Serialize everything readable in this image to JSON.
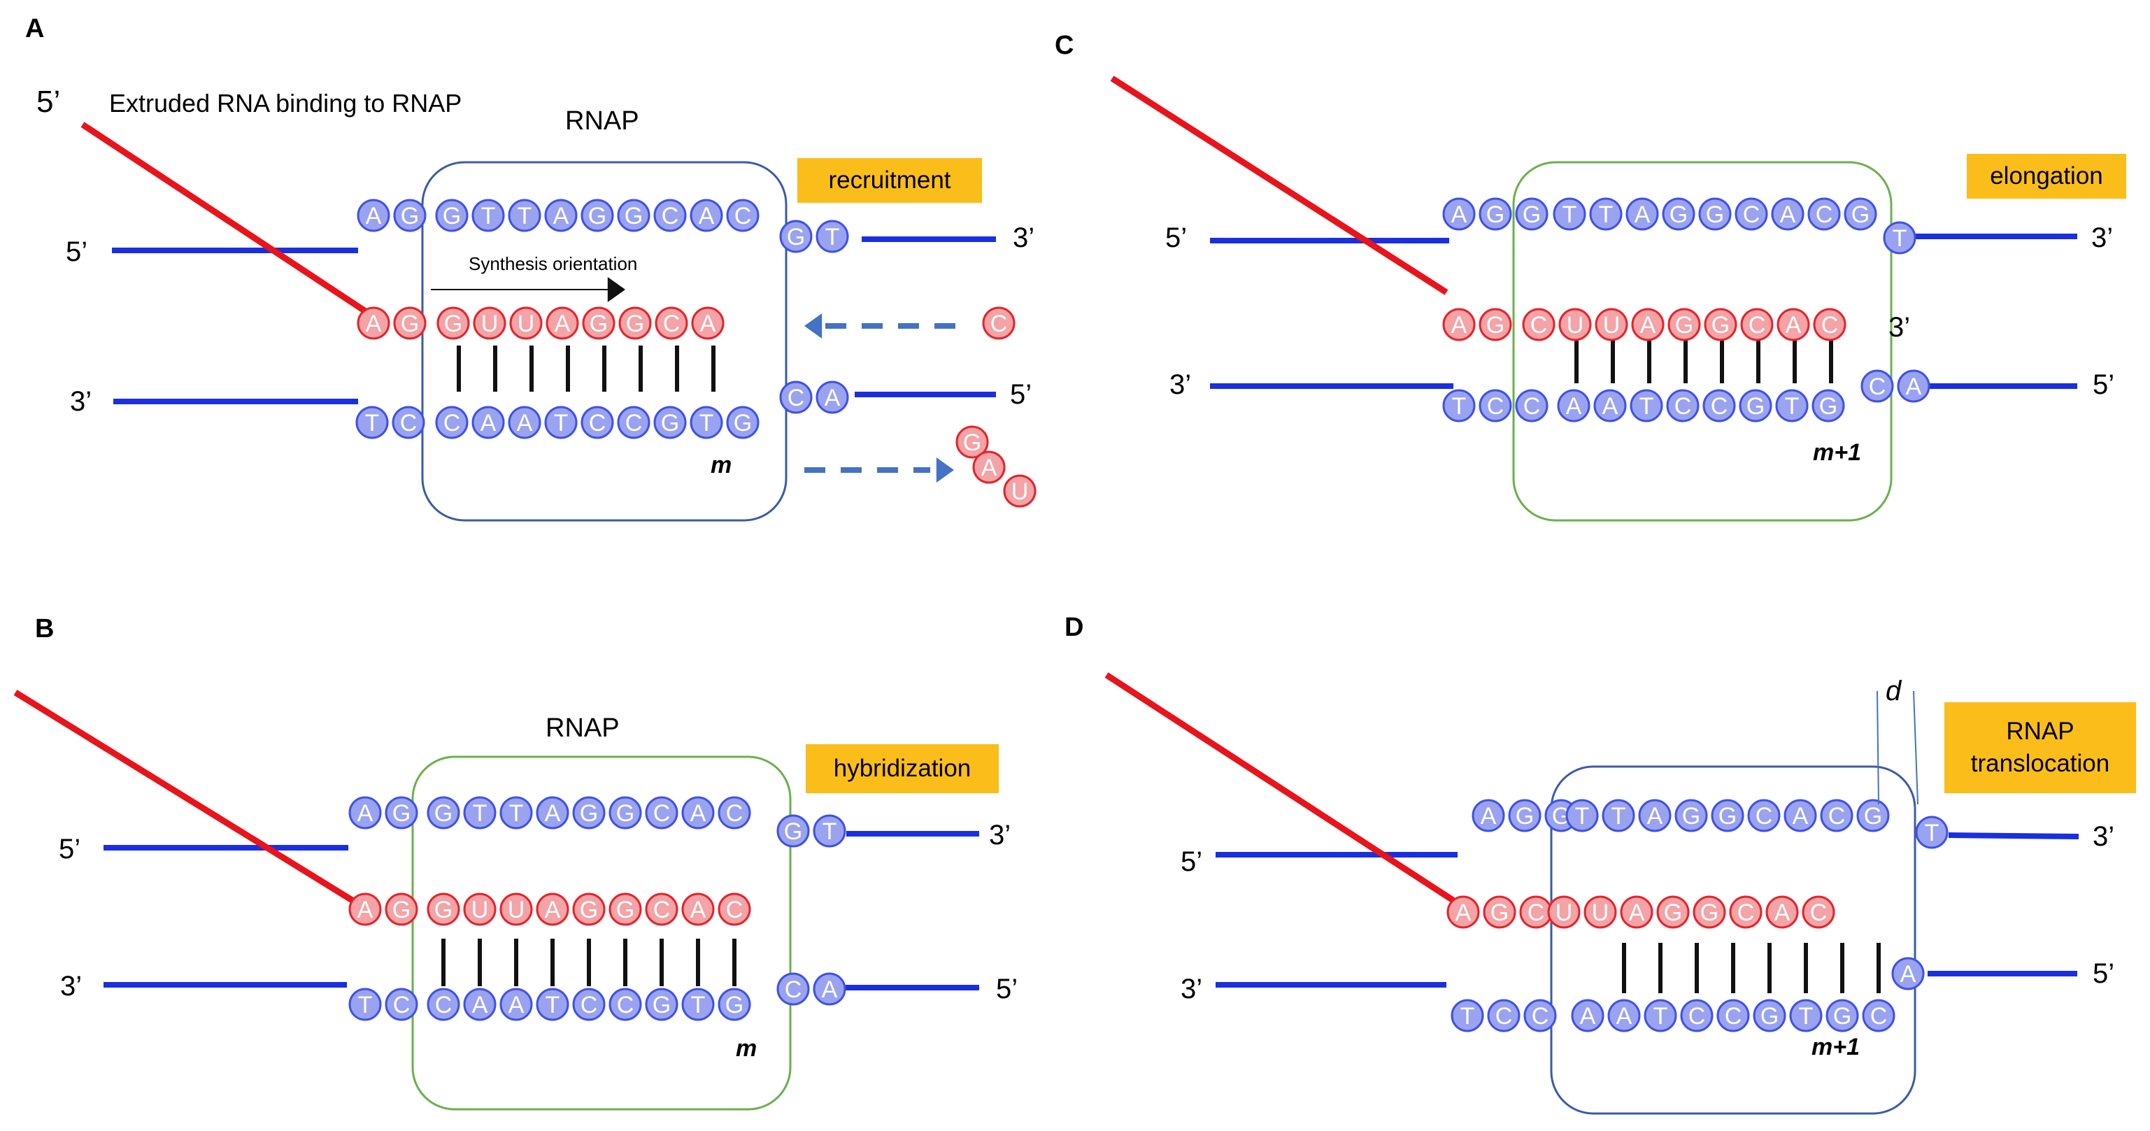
{
  "panels": [
    {
      "letter": "A",
      "rnap_label": "RNAP",
      "step_label": "recruitment",
      "extruded_label": "Extruded RNA binding to RNAP",
      "rna_5prime": "5’",
      "top_5prime": "5’",
      "top_3prime": "3’",
      "bottom_3prime": "3’",
      "bottom_5prime": "5’",
      "synthesis_label": "Synthesis orientation",
      "position_label": "m",
      "incoming_nucleotide": "C",
      "leaving_nucleotides": [
        "G",
        "A",
        "U"
      ],
      "box_color": "#3b5ba9"
    },
    {
      "letter": "B",
      "rnap_label": "RNAP",
      "step_label": "hybridization",
      "top_5prime": "5’",
      "top_3prime": "3’",
      "bottom_3prime": "3’",
      "bottom_5prime": "5’",
      "position_label": "m",
      "box_color": "#6ab04c"
    },
    {
      "letter": "C",
      "step_label": "elongation",
      "top_5prime": "5’",
      "top_3prime": "3’",
      "bottom_3prime": "3’",
      "bottom_5prime": "5’",
      "rna_3prime": "3’",
      "position_label": "m+1",
      "box_color": "#6ab04c"
    },
    {
      "letter": "D",
      "step_label": "RNAP\ntranslocation",
      "distance_label": "d",
      "top_5prime": "5’",
      "top_3prime": "3’",
      "bottom_3prime": "3’",
      "bottom_5prime": "5’",
      "position_label": "m+1",
      "box_color": "#3b5ba9"
    }
  ],
  "sequences": {
    "A": {
      "top_left": "AG",
      "top_inside": "GTTAGGCAC",
      "top_right": "GT",
      "rna_left": "AG",
      "rna_inside": "GUUAGGCA",
      "bottom_left": "TC",
      "bottom_inside": "CAATCCGTG",
      "bottom_right": "CA"
    },
    "B": {
      "top_left": "AG",
      "top_inside": "GTTAGGCAC",
      "top_right": "GT",
      "rna_left": "AG",
      "rna_inside": "GUUAGGCAC",
      "bottom_left": "TC",
      "bottom_inside": "CAATCCGTG",
      "bottom_right": "CA"
    },
    "C": {
      "top_left": "AGG",
      "top_inside": "TTAGGCACG",
      "top_right": "T",
      "rna_left": "AG",
      "rna_inside": "CUUAGGCAC",
      "bottom_left": "TCC",
      "bottom_inside": "AATCCGTG",
      "bottom_right": "CA"
    },
    "D": {
      "top_left": "AGG",
      "top_inside": "TTAGGCACG",
      "top_right": "T",
      "rna_left": "AGC",
      "rna_inside": "UUAGGCAC",
      "bottom_left": "TCC",
      "bottom_inside": "AATCCGTGC",
      "bottom_right": "A"
    }
  },
  "colors": {
    "dna_strand": "#1a2fe0",
    "rna_strand": "#e8141c",
    "dna_bead_fill": "#9aa3f0",
    "dna_bead_stroke": "#3f51e6",
    "rna_bead_fill": "#f4a3a6",
    "rna_bead_stroke": "#e5232b",
    "arrow_dashed": "#4472c4",
    "tag_fill": "#fbbd1a"
  }
}
